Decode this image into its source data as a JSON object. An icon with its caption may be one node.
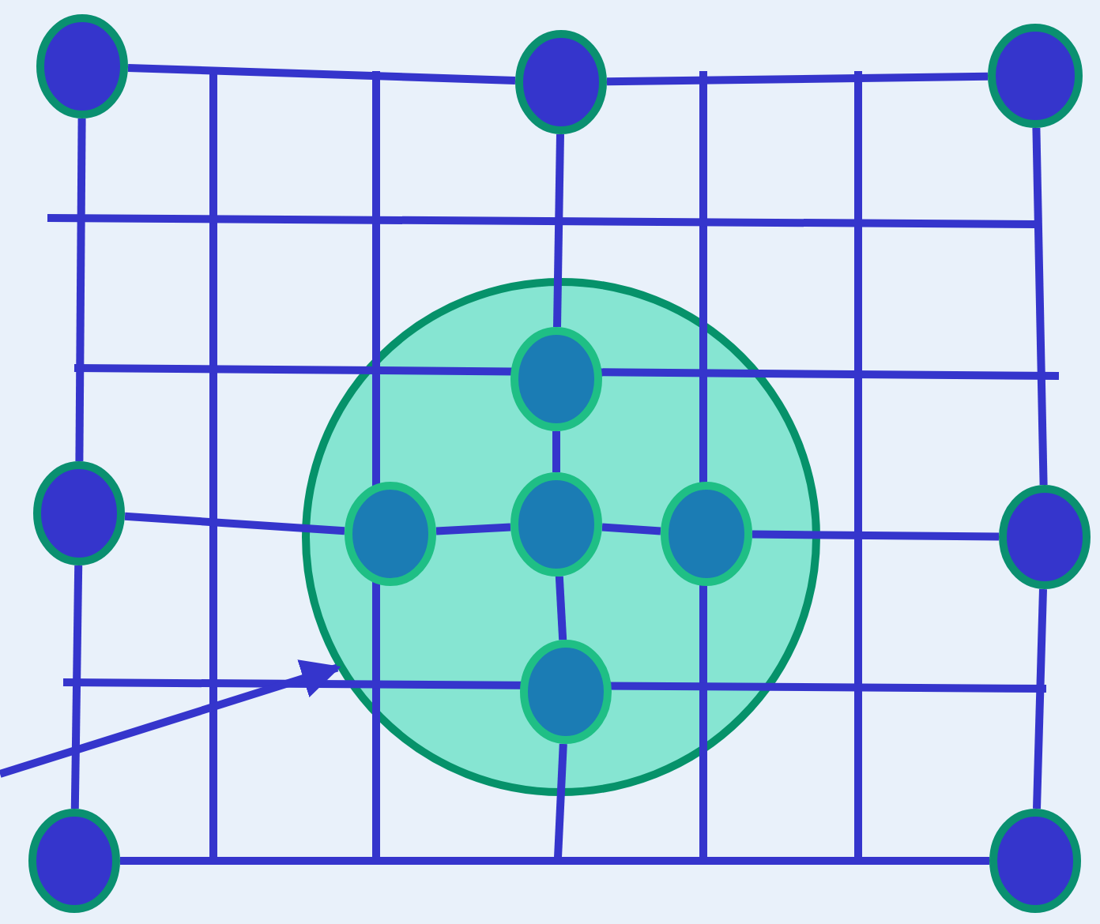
{
  "diagram": {
    "nodes": [
      {
        "text": [],
        "shape": "circle"
      },
      {
        "text": [],
        "shape": "circle"
      },
      {
        "text": [],
        "shape": "circle"
      },
      {
        "text": [],
        "shape": "circle"
      },
      {
        "text": [],
        "shape": "circle",
        "in": 3
      },
      {
        "text": [],
        "shape": "circle"
      },
      {
        "text": [],
        "shape": "circle",
        "in": 3
      },
      {
        "text": [],
        "shape": "circle",
        "in": 3
      },
      {
        "text": [],
        "shape": "circle",
        "in": 3
      },
      {
        "text": [],
        "shape": "circle"
      },
      {
        "text": [],
        "shape": "circle",
        "in": 3
      },
      {
        "text": [],
        "shape": "circle"
      },
      {
        "text": [],
        "shape": "circle"
      }
    ],
    "edges": [
      {
        "from": 0,
        "to": 1,
        "arrow": "none"
      },
      {
        "from": 1,
        "to": 2,
        "arrow": "none"
      },
      {
        "from": 0,
        "to": 5,
        "arrow": "none"
      },
      {
        "from": 5,
        "to": 11,
        "arrow": "none"
      },
      {
        "from": 2,
        "to": 9,
        "arrow": "none"
      },
      {
        "from": 9,
        "to": 12,
        "arrow": "none"
      },
      {
        "from": 11,
        "to": 12,
        "arrow": "none"
      },
      {
        "from": 1,
        "to": 4,
        "arrow": "none"
      },
      {
        "from": 4,
        "to": 7,
        "arrow": "none"
      },
      {
        "from": 7,
        "to": 10,
        "arrow": "none"
      },
      {
        "from": 5,
        "to": 6,
        "arrow": "none"
      },
      {
        "from": 6,
        "to": 7,
        "arrow": "none"
      },
      {
        "from": 7,
        "to": 8,
        "arrow": "none"
      },
      {
        "from": 8,
        "to": 9,
        "arrow": "none"
      },
      {
        "from": null,
        "to": 3,
        "arrow": "to"
      },
      {
        "from": 10,
        "to": null,
        "arrow": "none"
      }
    ]
  }
}
